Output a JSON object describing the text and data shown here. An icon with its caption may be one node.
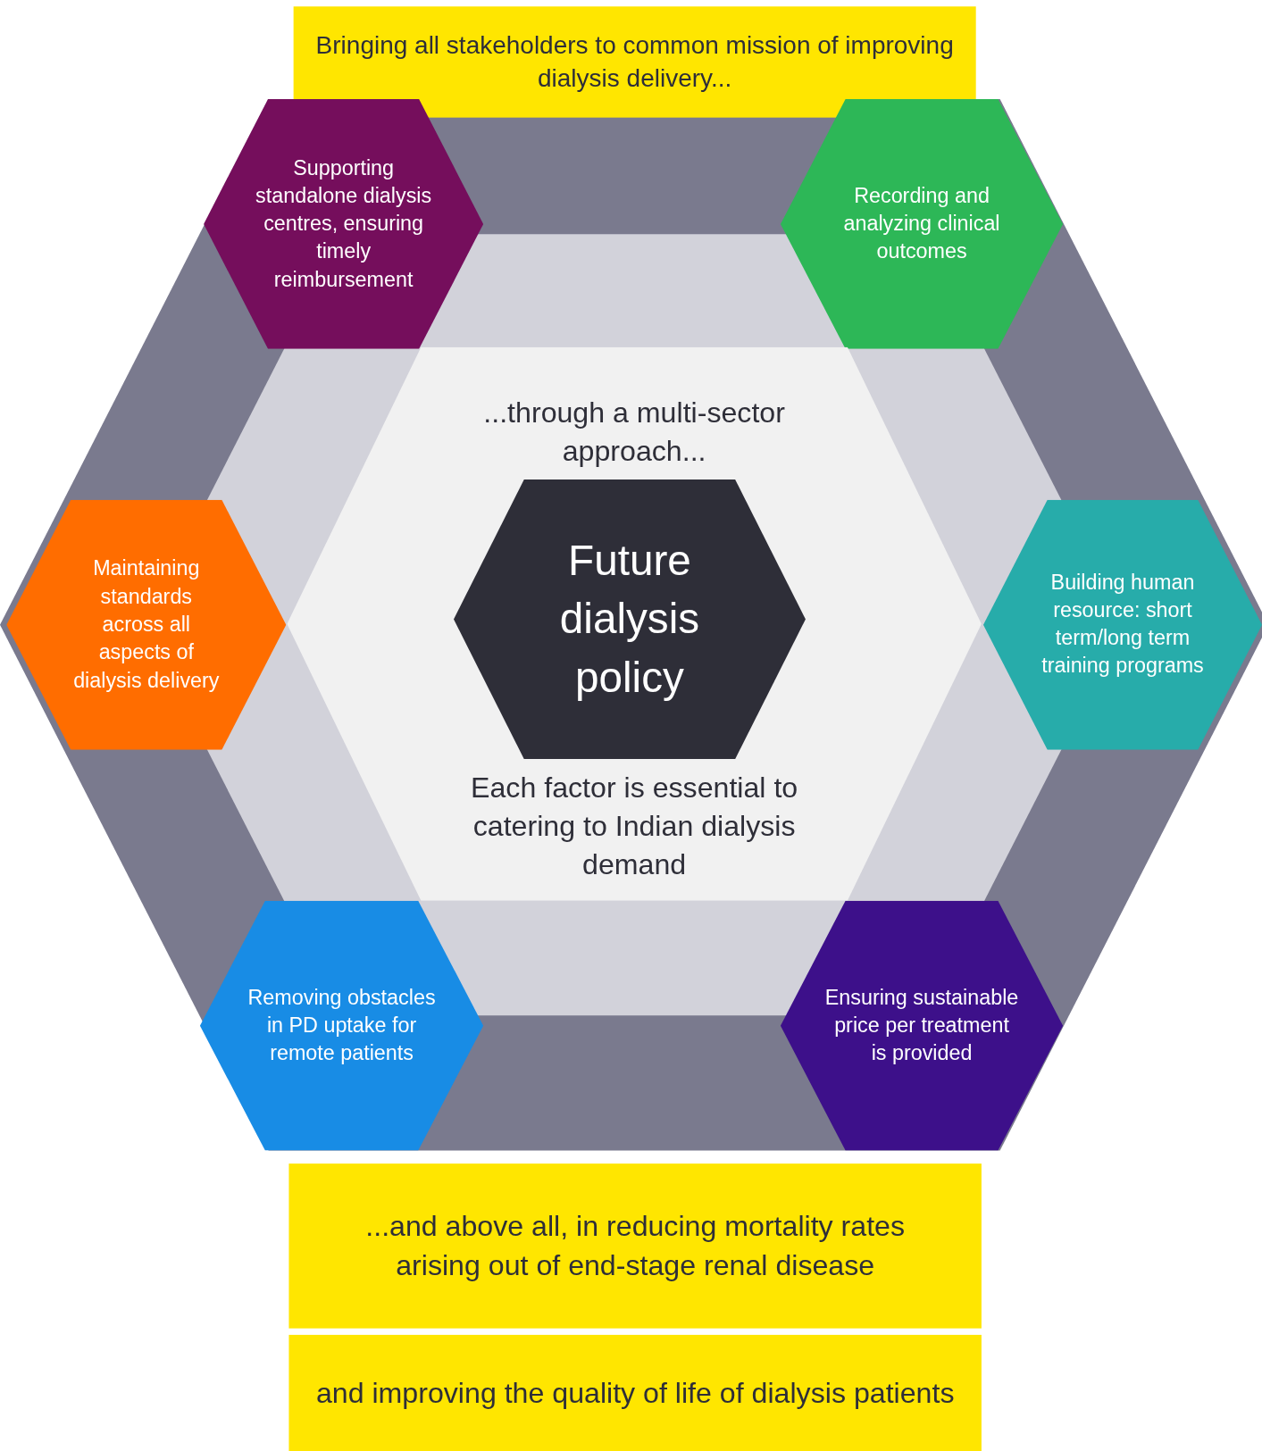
{
  "diagram": {
    "nodes": [
      {
        "text": [
          "Bringing all stakeholders to common mission of improving dialysis delivery..."
        ]
      },
      {
        "text": [
          "Supporting standalone dialysis centres, ensuring timely reimbursement"
        ]
      },
      {
        "text": [
          "Recording and analyzing clinical outcomes"
        ]
      },
      {
        "text": [
          "...through a multi-sector approach...",
          "Each factor is essential to catering to Indian dialysis demand"
        ]
      },
      {
        "text": [
          "Future dialysis policy"
        ],
        "in": 3
      },
      {
        "text": [
          "Maintaining standards across all aspects of dialysis delivery"
        ]
      },
      {
        "text": [
          "Building human resource: short term/long term training programs"
        ]
      },
      {
        "text": [
          "Removing obstacles in PD uptake for remote patients"
        ]
      },
      {
        "text": [
          "Ensuring sustainable price per treatment is provided"
        ]
      },
      {
        "text": [
          "...and above all, in reducing mortality rates arising out of end-stage renal disease"
        ]
      },
      {
        "text": [
          "and improving the quality of life of dialysis patients"
        ]
      }
    ]
  }
}
